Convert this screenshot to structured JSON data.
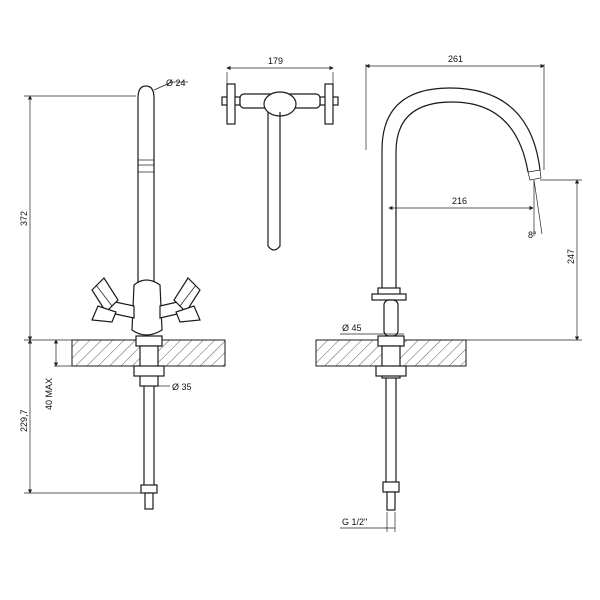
{
  "dimensions": {
    "spout_diameter": "Ø 24",
    "height_total": "372",
    "front_width": "179",
    "side_reach": "261",
    "spout_reach": "216",
    "spout_height": "247",
    "angle": "8°",
    "base_diameter": "Ø 45",
    "shank_diameter": "Ø 35",
    "max_thickness": "40 MAX",
    "below_height": "229,7",
    "thread": "G 1/2\""
  }
}
